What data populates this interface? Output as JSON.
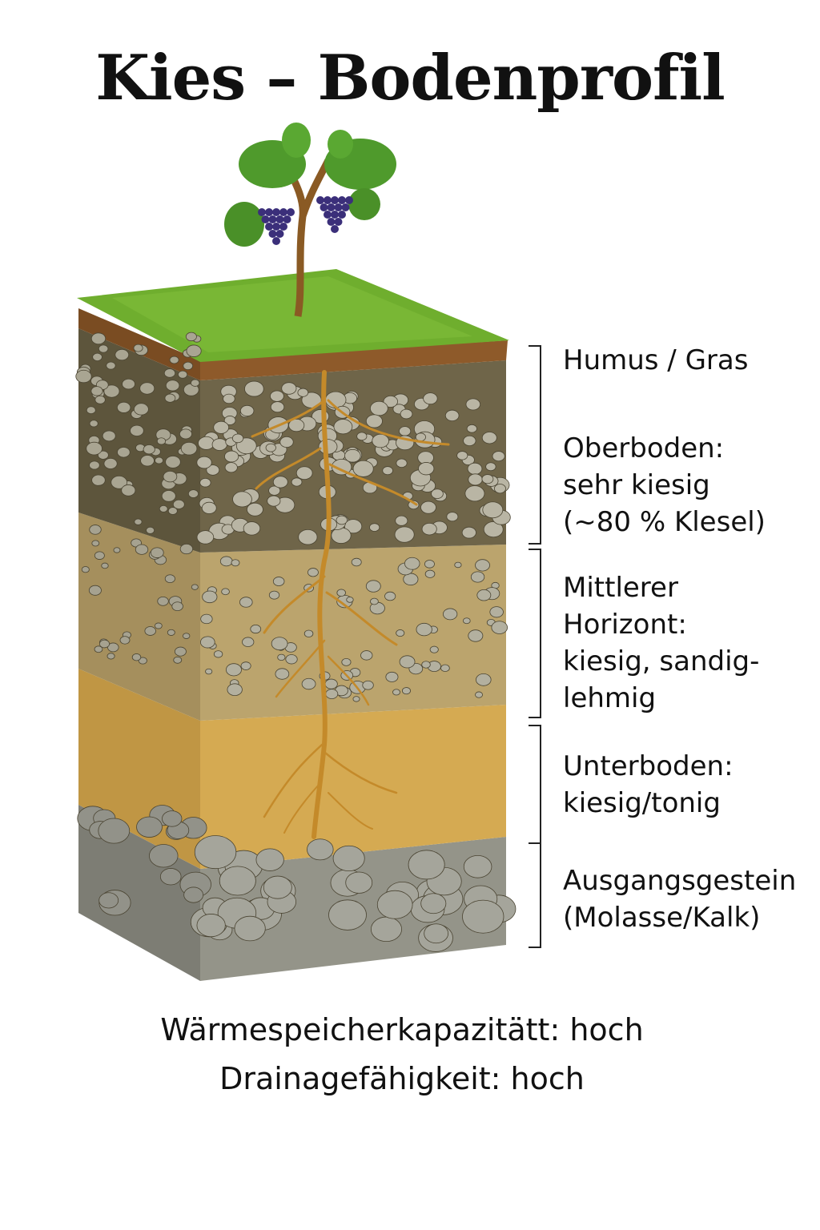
{
  "title": "Kies – Bodenprofil",
  "layers": [
    {
      "label": "Humus / Gras"
    },
    {
      "label": "Oberboden:\nsehr kiesig\n(~80 % Klesel)"
    },
    {
      "label": "Mittlerer\nHorizont:\nkiesig, sandig-\nlehmig"
    },
    {
      "label": "Unterboden:\nkiesig/tonig"
    },
    {
      "label": "Ausgangsgestein\n(Molasse/Kalk)"
    }
  ],
  "footer": {
    "line1": "Wärmespeicherkapazitätt: hoch",
    "line2": "Drainagefähigkeit: hoch"
  },
  "colors": {
    "grass": "#6fae2e",
    "humus": "#8a5a2b",
    "oberboden": "#6e6448",
    "mittlerer": "#b8a06a",
    "unterboden": "#d3a850",
    "gestein": "#8f8f86",
    "root": "#c48a2a"
  }
}
